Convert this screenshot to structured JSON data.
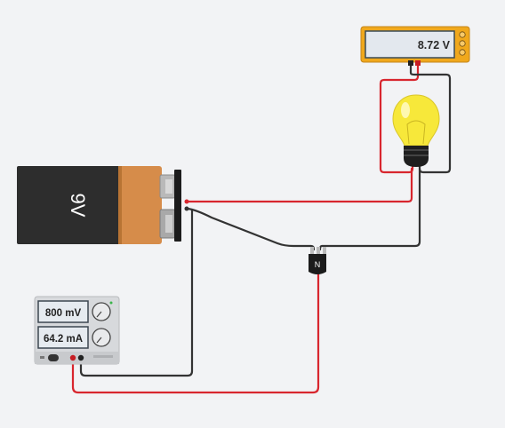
{
  "multimeter": {
    "reading": "8.72 V"
  },
  "battery": {
    "label": "9V"
  },
  "transistor": {
    "label": "N"
  },
  "power_supply": {
    "voltage_display": "800 mV",
    "current_display": "64.2 mA"
  },
  "colors": {
    "background": "#f2f3f5",
    "wire_red": "#d8262e",
    "wire_black": "#333333",
    "multimeter_body": "#f0a81c",
    "bulb_glass": "#f7e83a",
    "battery_body": "#2d2d2d",
    "battery_cap": "#d68c4a"
  },
  "icons": [
    "lightbulb-icon",
    "battery-icon",
    "transistor-icon",
    "multimeter-icon",
    "power-supply-icon"
  ]
}
